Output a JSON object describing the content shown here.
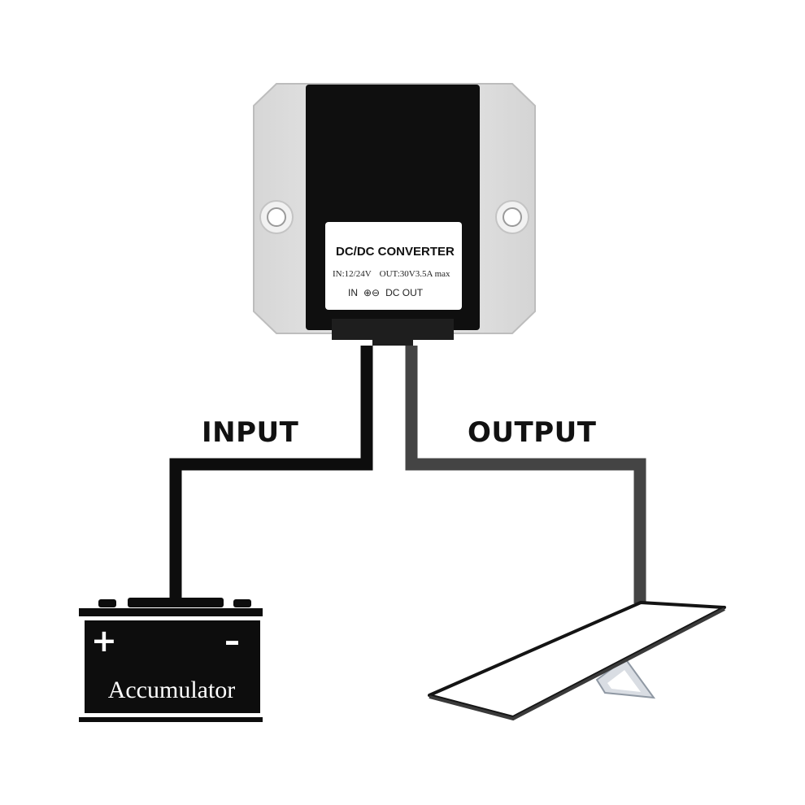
{
  "converter": {
    "title": "DC/DC CONVERTER",
    "input_spec": "IN:12/24V",
    "output_spec": "OUT:30V3.5A max",
    "in_label": "IN",
    "polarity_symbol": "⊕⊖",
    "out_label": "DC OUT"
  },
  "wires": {
    "input_label": "INPUT",
    "output_label": "OUTPUT"
  },
  "battery": {
    "plus": "+",
    "minus": "–",
    "name": "Accumulator"
  },
  "colors": {
    "input_wire": "#0d0d0d",
    "output_wire": "#444444",
    "converter_body": "#0f0f0f",
    "converter_housing": "#e2e2e2"
  },
  "icons": {
    "mount_hole": "mount-hole-icon",
    "battery": "battery-icon",
    "device": "panel-device-icon"
  }
}
